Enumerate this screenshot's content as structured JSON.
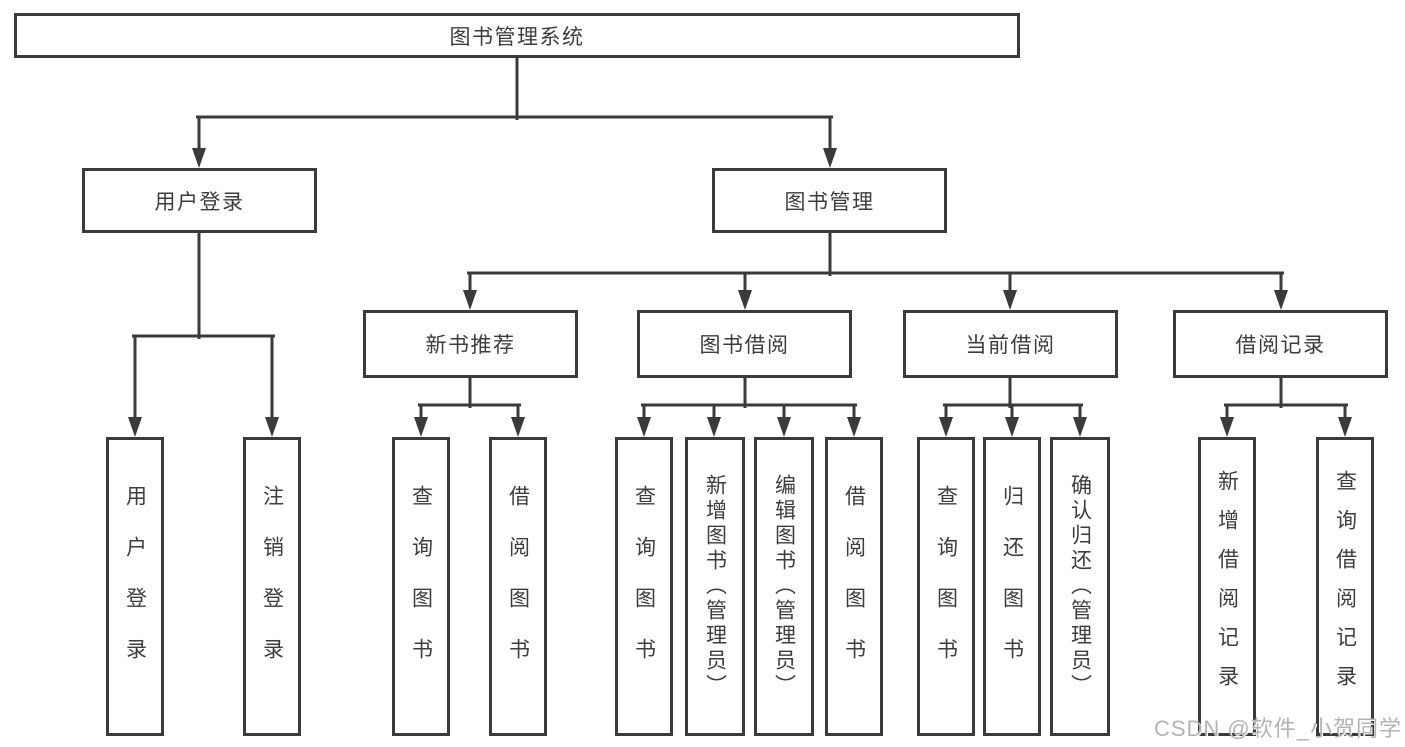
{
  "diagram": {
    "type": "hierarchy-tree",
    "root": {
      "label": "图书管理系统"
    },
    "modules": [
      {
        "label": "用户登录",
        "children": [
          {
            "label": "用户登录"
          },
          {
            "label": "注销登录"
          }
        ]
      },
      {
        "label": "图书管理",
        "children": [
          {
            "label": "新书推荐",
            "children": [
              {
                "label": "查询图书"
              },
              {
                "label": "借阅图书"
              }
            ]
          },
          {
            "label": "图书借阅",
            "children": [
              {
                "label": "查询图书"
              },
              {
                "label": "新增图书（管理员）"
              },
              {
                "label": "编辑图书（管理员）"
              },
              {
                "label": "借阅图书"
              }
            ]
          },
          {
            "label": "当前借阅",
            "children": [
              {
                "label": "查询图书"
              },
              {
                "label": "归还图书"
              },
              {
                "label": "确认归还（管理员）"
              }
            ]
          },
          {
            "label": "借阅记录",
            "children": [
              {
                "label": "新增借阅记录"
              },
              {
                "label": "查询借阅记录"
              }
            ]
          }
        ]
      }
    ]
  },
  "watermark": {
    "text": "CSDN @软件_小贺同学"
  },
  "colors": {
    "line": "#3a3a3a",
    "border": "#3b3b3b",
    "text": "#3d3d41",
    "background": "#ffffff",
    "watermark": "#b3b3b3"
  }
}
